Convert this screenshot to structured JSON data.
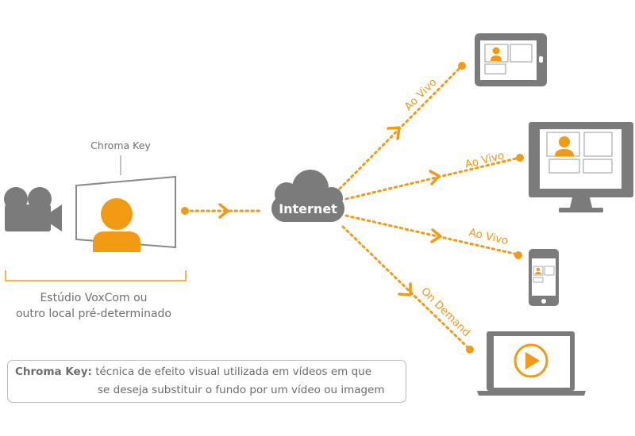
{
  "studio": {
    "chroma_key_label": "Chroma Key",
    "caption_line1": "Estúdio VoxCom ou",
    "caption_line2": "outro local pré-determinado"
  },
  "network": {
    "label": "Internet"
  },
  "routes": [
    {
      "label": "Ao Vivo",
      "device": "tablet"
    },
    {
      "label": "Ao Vivo",
      "device": "desktop-monitor"
    },
    {
      "label": "Ao Vivo",
      "device": "smartphone"
    },
    {
      "label": "On Demand",
      "device": "laptop"
    }
  ],
  "note": {
    "term": "Chroma Key:",
    "definition_line1": "técnica de efeito visual utilizada em vídeos em que",
    "definition_line2": "se deseja substituir o fundo por um vídeo ou imagem"
  },
  "colors": {
    "accent": "#f29a12",
    "device_gray": "#7b7b7b",
    "text_gray": "#6f6f6f"
  }
}
